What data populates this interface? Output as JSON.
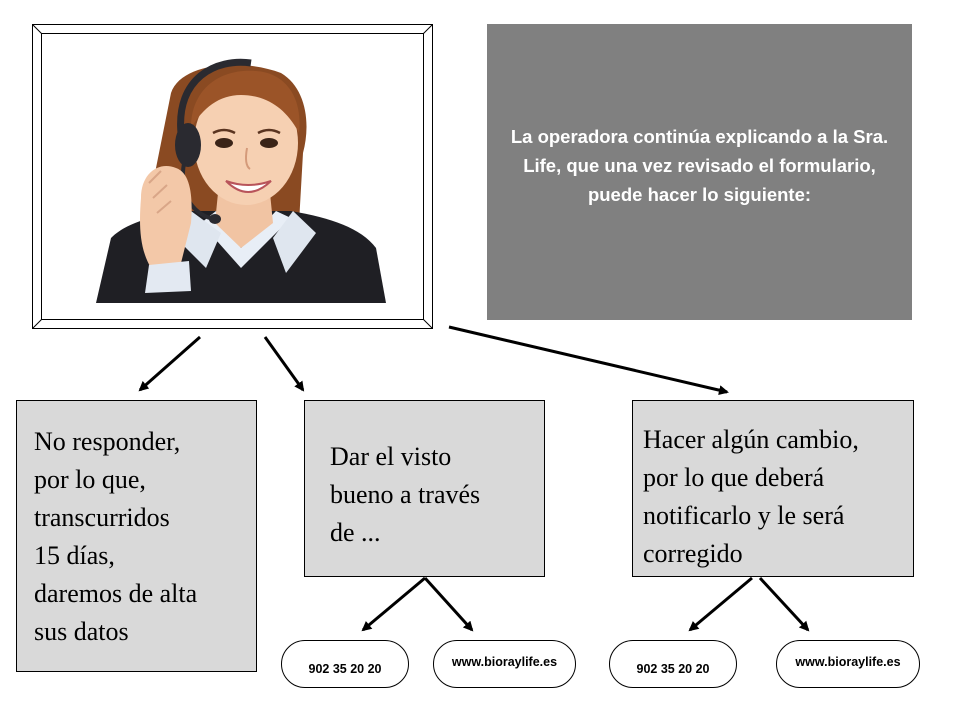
{
  "intro": {
    "text": "La operadora continúa explicando a la Sra. Life, que una vez revisado el formulario, puede hacer lo siguiente:"
  },
  "options": [
    {
      "text": "No responder,\npor lo que,\ntranscurridos\n15 días,\ndaremos de alta\nsus datos"
    },
    {
      "text": "Dar el visto\nbueno a través\nde ..."
    },
    {
      "text": "Hacer algún cambio,\npor lo que deberá\nnotificarlo y le será\ncorregido"
    }
  ],
  "contacts": [
    {
      "phone": "902 35 20 20",
      "web": "www.bioraylife.es"
    },
    {
      "phone": "902 35 20 20",
      "web": "www.bioraylife.es"
    }
  ],
  "colors": {
    "info_bg": "#808080",
    "box_bg": "#d9d9d9",
    "photo_bg": "#ffffff"
  }
}
